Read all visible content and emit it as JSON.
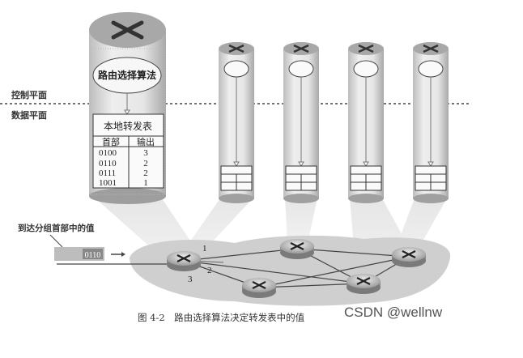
{
  "labels": {
    "control_plane": "控制平面",
    "data_plane": "数据平面",
    "routing_algorithm": "路由选择算法",
    "arriving_header_value": "到达分组首部中的值"
  },
  "forwarding_table": {
    "title": "本地转发表",
    "headers": [
      "首部",
      "输出"
    ],
    "rows": [
      [
        "0100",
        "3"
      ],
      [
        "0110",
        "2"
      ],
      [
        "0111",
        "2"
      ],
      [
        "1001",
        "1"
      ]
    ]
  },
  "packet": {
    "header_value": "0110"
  },
  "ports": [
    "1",
    "2",
    "3"
  ],
  "caption": "图 4-2　路由选择算法决定转发表中的值",
  "watermark": "CSDN @wellnw"
}
